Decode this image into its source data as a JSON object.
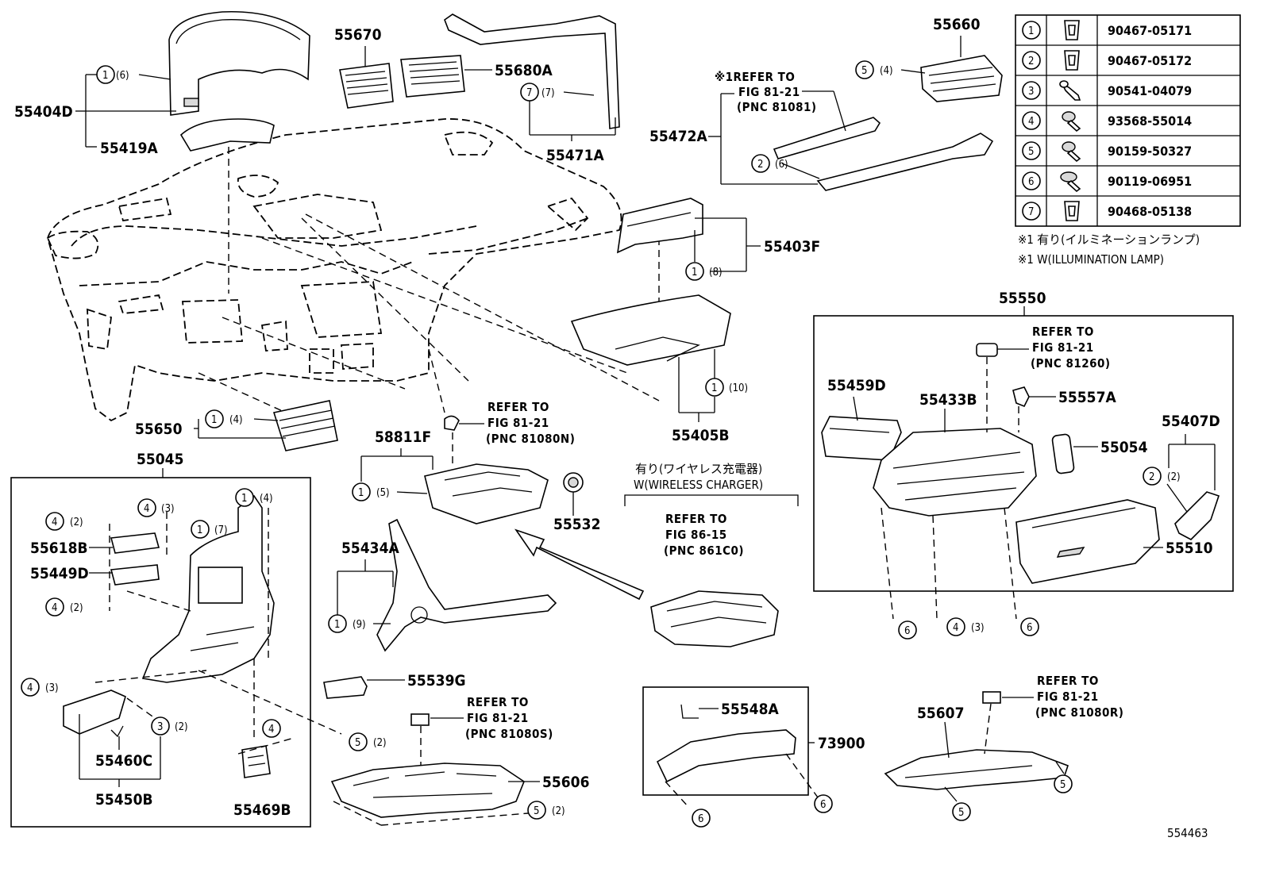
{
  "diagram": {
    "fastener_table": [
      {
        "key": "1",
        "part": "90467-05171",
        "icon": "clip-icon"
      },
      {
        "key": "2",
        "part": "90467-05172",
        "icon": "clip-icon"
      },
      {
        "key": "3",
        "part": "90541-04079",
        "icon": "pin-icon"
      },
      {
        "key": "4",
        "part": "93568-55014",
        "icon": "screw-icon"
      },
      {
        "key": "5",
        "part": "90159-50327",
        "icon": "screw-icon"
      },
      {
        "key": "6",
        "part": "90119-06951",
        "icon": "bolt-icon"
      },
      {
        "key": "7",
        "part": "90468-05138",
        "icon": "clip-icon"
      }
    ],
    "notes": {
      "note1_jp": "※1 有り(イルミネーションランプ)",
      "note1_en": "※1 W(ILLUMINATION LAMP)",
      "wireless_jp": "有り(ワイヤレス充電器)",
      "wireless_en": "W(WIRELESS CHARGER)",
      "refer_note_mark": "※1REFER TO"
    },
    "part_labels": {
      "p55404D": "55404D",
      "p55419A": "55419A",
      "p55670": "55670",
      "p55680A": "55680A",
      "p55471A": "55471A",
      "p55660": "55660",
      "p55472A": "55472A",
      "p55403F": "55403F",
      "p55405B": "55405B",
      "p55650": "55650",
      "p55045": "55045",
      "p55618B": "55618B",
      "p55449D": "55449D",
      "p55460C": "55460C",
      "p55450B": "55450B",
      "p55469B": "55469B",
      "p58811F": "58811F",
      "p55532": "55532",
      "p55434A": "55434A",
      "p55539G": "55539G",
      "p55606": "55606",
      "p55548A": "55548A",
      "p73900": "73900",
      "p55550": "55550",
      "p55459D": "55459D",
      "p55433B": "55433B",
      "p55557A": "55557A",
      "p55054": "55054",
      "p55407D": "55407D",
      "p55510": "55510",
      "p55607": "55607"
    },
    "qty": {
      "q6": "(6)",
      "q7": "(7)",
      "q4": "(4)",
      "q8": "(8)",
      "q10": "(10)",
      "q5": "(5)",
      "q9": "(9)",
      "q2": "(2)",
      "q3": "(3)"
    },
    "refer_to": "REFER TO",
    "refs": {
      "r1_fig": "FIG 81-21",
      "r1_pnc": "(PNC 81081)",
      "r2_fig": "FIG 81-21",
      "r2_pnc": "(PNC 81080N)",
      "r3_fig": "FIG 86-15",
      "r3_pnc": "(PNC 861C0)",
      "r4_fig": "FIG 81-21",
      "r4_pnc": "(PNC 81080S)",
      "r5_fig": "FIG 81-21",
      "r5_pnc": "(PNC 81260)",
      "r6_fig": "FIG 81-21",
      "r6_pnc": "(PNC 81080R)"
    },
    "circled": {
      "c1": "1",
      "c2": "2",
      "c3": "3",
      "c4": "4",
      "c5": "5",
      "c6": "6",
      "c7": "7"
    },
    "illustration_id": "554463"
  }
}
